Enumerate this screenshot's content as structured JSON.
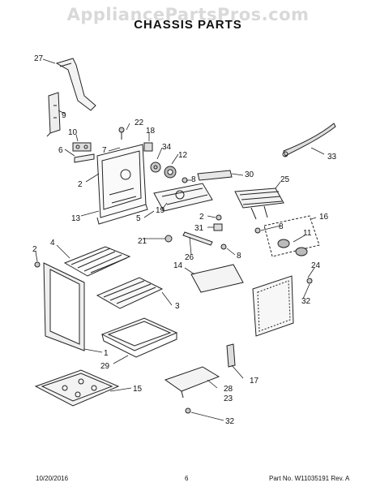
{
  "watermark": "AppliancePartsPros.com",
  "title": "CHASSIS PARTS",
  "callouts": [
    "27",
    "9",
    "22",
    "18",
    "10",
    "7",
    "34",
    "6",
    "12",
    "33",
    "2",
    "8",
    "30",
    "25",
    "19",
    "13",
    "5",
    "2",
    "31",
    "16",
    "8",
    "21",
    "11",
    "2",
    "4",
    "26",
    "8",
    "14",
    "24",
    "32",
    "3",
    "1",
    "29",
    "17",
    "15",
    "28",
    "23",
    "32"
  ],
  "footer": {
    "date": "10/20/2016",
    "page": "6",
    "part_no": "Part No. W11035191  Rev. A"
  }
}
